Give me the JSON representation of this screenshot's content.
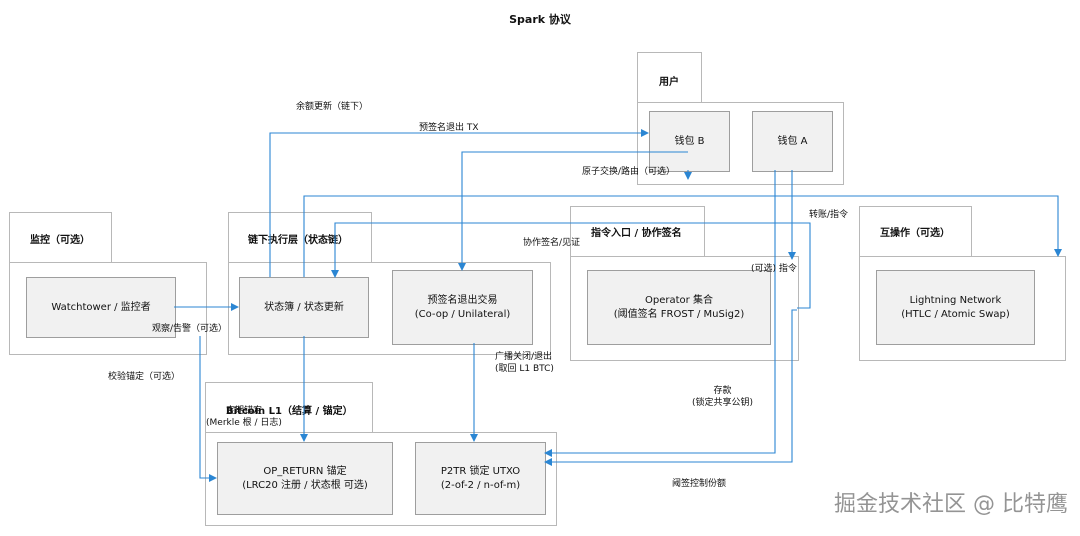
{
  "title": "Spark 协议",
  "packages": {
    "users": "用户",
    "monitor": "监控（可选）",
    "offchain": "链下执行层（状态链）",
    "operator": "指令入口 / 协作签名",
    "interop": "互操作（可选）",
    "bitcoin": "Bitcoin L1（结算 / 锚定）"
  },
  "nodes": {
    "wallet_b": "钱包 B",
    "wallet_a": "钱包 A",
    "watchtower": "Watchtower / 监控者",
    "state_book": "状态簿 / 状态更新",
    "presigned_line1": "预签名退出交易",
    "presigned_line2": "(Co-op / Unilateral)",
    "operator_line1": "Operator 集合",
    "operator_line2": "(阈值签名 FROST / MuSig2)",
    "lightning_line1": "Lightning Network",
    "lightning_line2": "(HTLC / Atomic Swap)",
    "op_return_line1": "OP_RETURN 锚定",
    "op_return_line2": "(LRC20 注册 / 状态根 可选)",
    "p2tr_line1": "P2TR 锁定 UTXO",
    "p2tr_line2": "(2-of-2 / n-of-m)"
  },
  "edge_labels": {
    "balance_update": "余额更新（链下）",
    "presigned_exit_tx": "预签名退出 TX",
    "atomic_swap": "原子交换/路由（可选）",
    "transfer_cmd": "转账/指令",
    "cosign_witness": "协作签名/见证",
    "optional_cmd": "(可选) 指令",
    "observe_alert": "观察/告警（可选）",
    "verify_anchor": "校验锚定（可选）",
    "broadcast_line1": "广播关闭/退出",
    "broadcast_line2": "(取回 L1 BTC)",
    "periodic_line1": "定期锚定",
    "periodic_line2": "(Merkle 根 / 日志)",
    "deposit_line1": "存款",
    "deposit_line2": "(锁定共享公钥)",
    "threshold_share": "阈签控制份额"
  },
  "colors": {
    "edge": "#2b86d3",
    "node_fill": "#f1f1f1",
    "pkg_border": "#b8b8b8"
  },
  "watermark": "掘金技术社区 @ 比特鹰"
}
